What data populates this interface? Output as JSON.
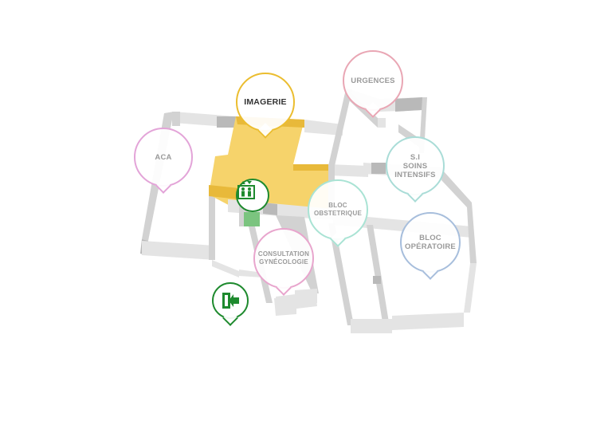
{
  "colors": {
    "wall_top": "#d2d2d2",
    "wall_side": "#b7b7b7",
    "highlight_top": "#f6d36b",
    "highlight_side": "#e8b93a",
    "green": "#1e8a2e",
    "green_light": "#7bc47f"
  },
  "labels": [
    {
      "key": "imagerie",
      "text": "IMAGERIE",
      "border": "#ebbd2f"
    },
    {
      "key": "urgences",
      "text": "URGENCES",
      "border": "#e9a6b4"
    },
    {
      "key": "aca",
      "text": "ACA",
      "border": "#e3a4d8"
    },
    {
      "key": "soins_intensifs",
      "text": "S.I\nSOINS\nINTENSIFS",
      "border": "#a9dcd7"
    },
    {
      "key": "bloc_obstetrique",
      "text": "BLOC\nOBSTETRIQUE",
      "border": "#a9e3d4"
    },
    {
      "key": "bloc_operatoire",
      "text": "BLOC\nOPÉRATOIRE",
      "border": "#a7bedc"
    },
    {
      "key": "consultation_gynecologie",
      "text": "CONSULTATION\nGYNÉCOLOGIE",
      "border": "#e8a5cd"
    }
  ],
  "icons": [
    {
      "key": "elevator",
      "name": "elevator-icon"
    },
    {
      "key": "exit",
      "name": "entrance-exit-icon"
    }
  ]
}
